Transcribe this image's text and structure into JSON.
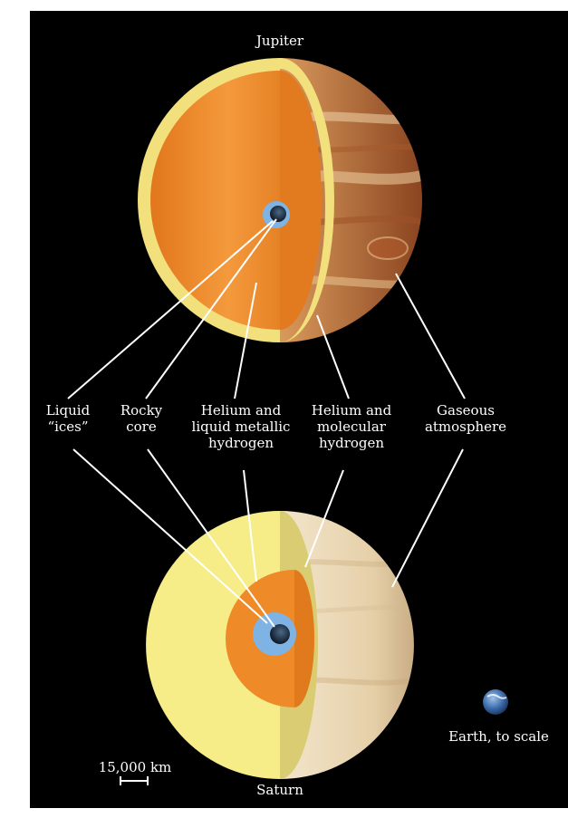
{
  "diagram": {
    "title_top": "Jupiter",
    "title_bottom": "Saturn",
    "labels": [
      {
        "id": "liquid-ices",
        "text": "Liquid\n“ices”"
      },
      {
        "id": "rocky-core",
        "text": "Rocky\ncore"
      },
      {
        "id": "helium-liquid-metallic-hydrogen",
        "text": "Helium and\nliquid metallic\nhydrogen"
      },
      {
        "id": "helium-molecular-hydrogen",
        "text": "Helium and\nmolecular\nhydrogen"
      },
      {
        "id": "gaseous-atmosphere",
        "text": "Gaseous\natmosphere"
      }
    ],
    "scale_bar_label": "15,000 km",
    "earth_label": "Earth, to scale"
  },
  "colors": {
    "background": "#000000",
    "jupiter_metallic_hydrogen": "#f08a2a",
    "jupiter_molecular_hydrogen": "#f3e27a",
    "jupiter_atmosphere": "#c9783e",
    "saturn_molecular_hydrogen": "#f6ec88",
    "saturn_metallic_hydrogen": "#ef8a28",
    "liquid_ices": "#7fb3e4",
    "rocky_core": "#1e2a3a",
    "saturn_atmosphere": "#ead8b8",
    "earth": "#3b6fb5"
  }
}
